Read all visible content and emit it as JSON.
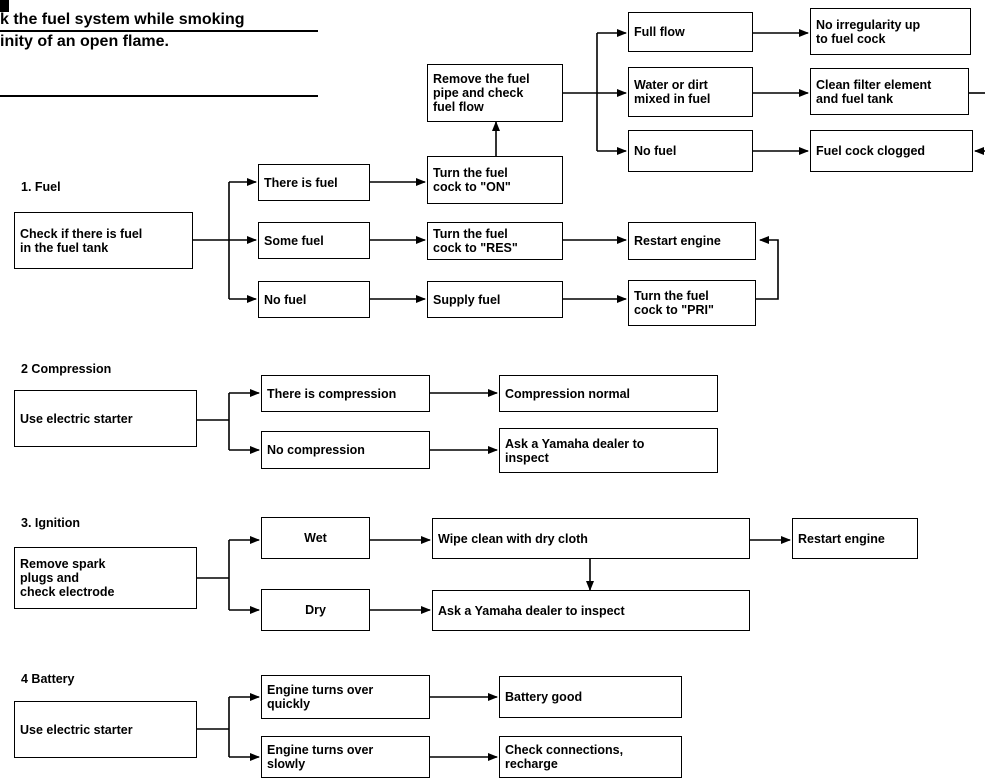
{
  "warning": {
    "line1": "k the fuel system while smoking",
    "line2": "inity of an open flame."
  },
  "sections": {
    "fuel": {
      "title": "1. Fuel",
      "check": "Check if there is fuel\nin the fuel tank",
      "there_is_fuel": "There is fuel",
      "some_fuel": "Some fuel",
      "no_fuel": "No fuel",
      "turn_on": "Turn the fuel\ncock to \"ON\"",
      "turn_res": "Turn the fuel\ncock to \"RES\"",
      "supply_fuel": "Supply fuel",
      "restart_engine": "Restart engine",
      "turn_pri": "Turn the fuel\ncock to \"PRI\"",
      "remove_pipe": "Remove the fuel\npipe and check\nfuel flow",
      "full_flow": "Full flow",
      "water_dirt": "Water or dirt\nmixed in fuel",
      "no_fuel_flow": "No fuel",
      "no_irregularity": "No irregularity up\nto fuel cock",
      "clean_filter": "Clean filter element\nand fuel tank",
      "cock_clogged": "Fuel cock clogged"
    },
    "compression": {
      "title": "2  Compression",
      "start": "Use electric starter",
      "there_is": "There is compression",
      "no_comp": "No compression",
      "normal": "Compression normal",
      "dealer": "Ask a Yamaha dealer to\ninspect"
    },
    "ignition": {
      "title": "3. Ignition",
      "check": "Remove spark\nplugs and\ncheck electrode",
      "wet": "Wet",
      "dry": "Dry",
      "wipe": "Wipe clean with dry cloth",
      "dealer": "Ask a Yamaha dealer to inspect",
      "restart": "Restart engine"
    },
    "battery": {
      "title": "4  Battery",
      "start": "Use electric starter",
      "quick": "Engine turns over\nquickly",
      "slow": "Engine turns over\nslowly",
      "good": "Battery good",
      "connections": "Check connections,\nrecharge"
    }
  }
}
